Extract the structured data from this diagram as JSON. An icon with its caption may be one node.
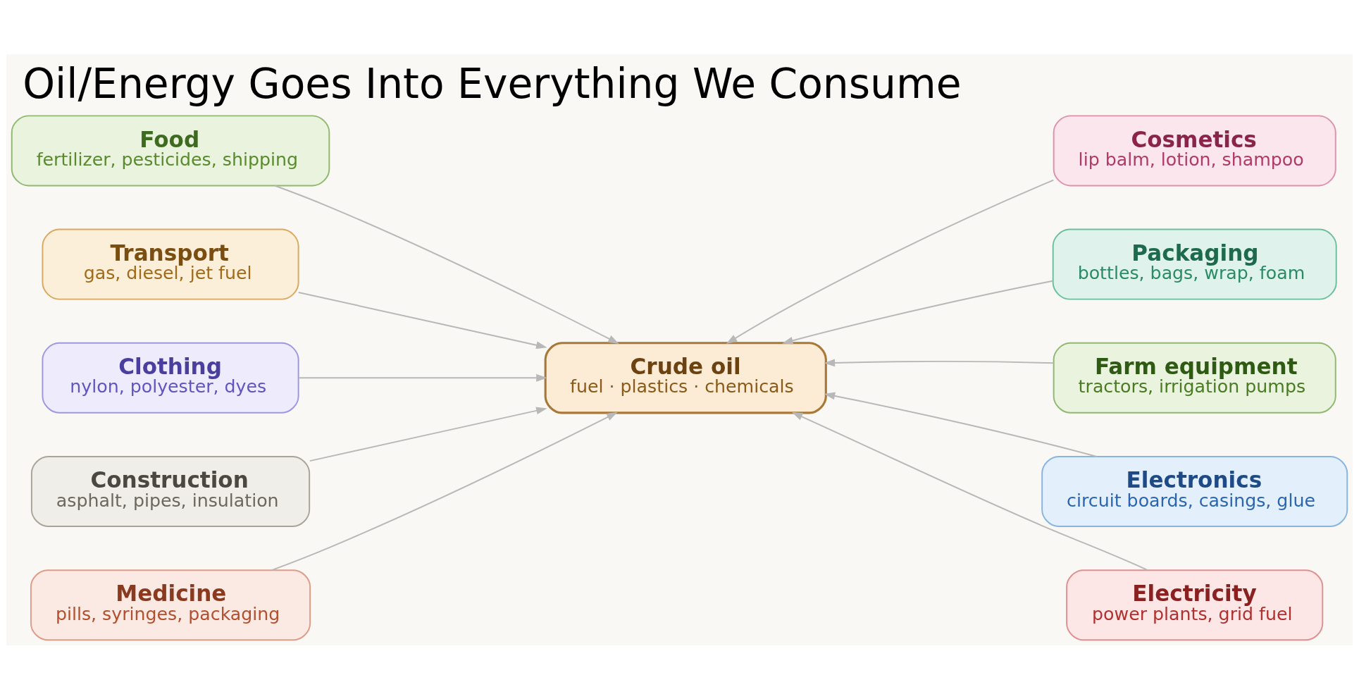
{
  "diagram": {
    "title": "Oil/Energy Goes Into Everything We Consume",
    "nodes": [
      {
        "text": [
          "Food",
          "fertilizer, pesticides, shipping"
        ]
      },
      {
        "text": [
          "Transport",
          "gas, diesel, jet fuel"
        ]
      },
      {
        "text": [
          "Clothing",
          "nylon, polyester, dyes"
        ]
      },
      {
        "text": [
          "Construction",
          "asphalt, pipes, insulation"
        ]
      },
      {
        "text": [
          "Medicine",
          "pills, syringes, packaging"
        ]
      },
      {
        "text": [
          "Crude oil",
          "fuel · plastics · chemicals"
        ]
      },
      {
        "text": [
          "Cosmetics",
          "lip balm, lotion, shampoo"
        ]
      },
      {
        "text": [
          "Packaging",
          "bottles, bags, wrap, foam"
        ]
      },
      {
        "text": [
          "Farm equipment",
          "tractors, irrigation pumps"
        ]
      },
      {
        "text": [
          "Electronics",
          "circuit boards, casings, glue"
        ]
      },
      {
        "text": [
          "Electricity",
          "power plants, grid fuel"
        ]
      }
    ],
    "edges": [
      {
        "from": 0,
        "to": 5,
        "arrow": "to"
      },
      {
        "from": 2,
        "to": 5,
        "arrow": "to"
      },
      {
        "from": 4,
        "to": 5,
        "arrow": "to"
      },
      {
        "from": 7,
        "to": 5,
        "arrow": "to"
      },
      {
        "from": 9,
        "to": 5,
        "arrow": "to"
      },
      {
        "from": 1,
        "to": 5,
        "arrow": "to"
      },
      {
        "from": 3,
        "to": 5,
        "arrow": "to"
      },
      {
        "from": 6,
        "to": 5,
        "arrow": "to"
      },
      {
        "from": 8,
        "to": 5,
        "arrow": "to"
      },
      {
        "from": 10,
        "to": 5,
        "arrow": "to"
      }
    ]
  }
}
